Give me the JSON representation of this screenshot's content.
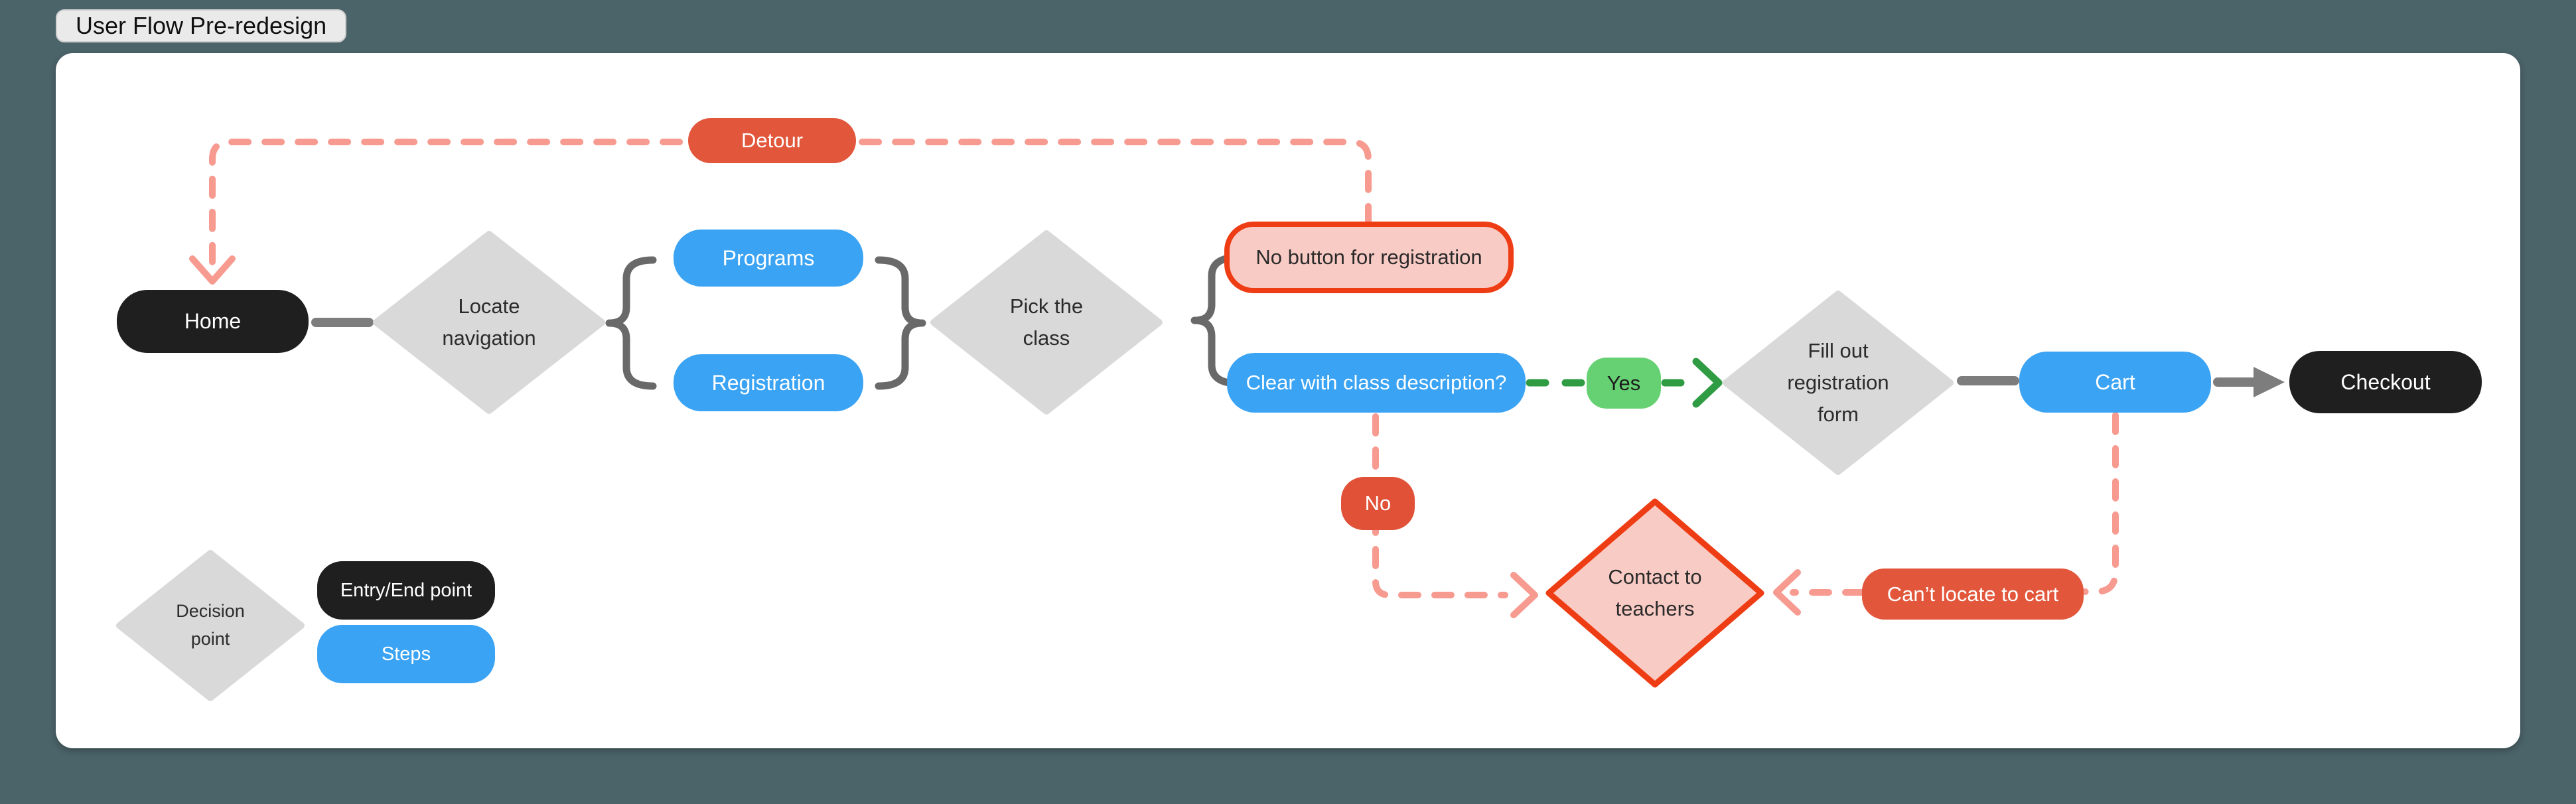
{
  "board": {
    "title": "User Flow Pre-redesign"
  },
  "colors": {
    "page_bg": "#4B6469",
    "canvas_bg": "#FFFFFF",
    "tab_bg": "#EAEAEA",
    "tab_border": "#CFCFCF",
    "node_black": "#1F1F1F",
    "node_blue": "#3BA3F3",
    "node_orange": "#E2573C",
    "node_orange_deep": "#E05138",
    "shape_gray": "#D9D9D9",
    "pink_fill": "#F9CBC5",
    "red_border": "#EE3D14",
    "pink_line": "#F79A90",
    "green_fill": "#66D173",
    "green_line": "#2F9C44",
    "connector_gray": "#7D7D7D",
    "brace_gray": "#696969",
    "text_dark": "#2B2B2B"
  },
  "nodes": {
    "detour": {
      "label": "Detour"
    },
    "home": {
      "label": "Home"
    },
    "locate_navigation": {
      "label": "Locate navigation"
    },
    "programs": {
      "label": "Programs"
    },
    "registration": {
      "label": "Registration"
    },
    "pick_the_class": {
      "label": "Pick the class"
    },
    "no_button_for_registration": {
      "label": "No button for registration"
    },
    "clear_with_class_description": {
      "label": "Clear with class description?"
    },
    "yes": {
      "label": "Yes"
    },
    "no": {
      "label": "No"
    },
    "fill_out_registration_form": {
      "label": "Fill out registration form"
    },
    "cart": {
      "label": "Cart"
    },
    "checkout": {
      "label": "Checkout"
    },
    "contact_to_teachers": {
      "label": "Contact to teachers"
    },
    "cant_locate_to_cart": {
      "label": "Can’t locate to cart"
    }
  },
  "legend": {
    "decision_point": {
      "label": "Decision point"
    },
    "entry_end_point": {
      "label": "Entry/End point"
    },
    "steps": {
      "label": "Steps"
    }
  }
}
